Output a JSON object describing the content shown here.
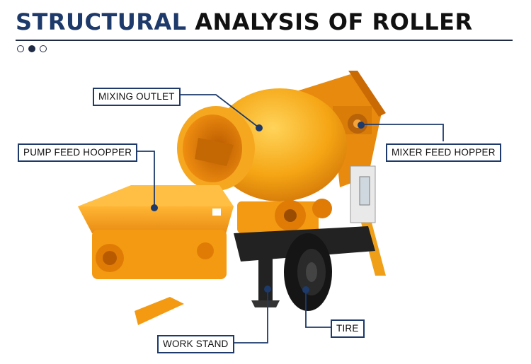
{
  "header": {
    "title_part1": "STRUCTURAL",
    "title_part2": "ANALYSIS OF ROLLER",
    "colors": {
      "accent": "#1d3a6b",
      "dark": "#111111"
    }
  },
  "pager": {
    "count": 3,
    "active_index": 2
  },
  "labels": {
    "mixing_outlet": "MIXING OUTLET",
    "pump_feed_hopper": "PUMP FEED HOOPPER",
    "mixer_feed_hopper": "MIXER FEED HOPPER",
    "work_stand": "WORK STAND",
    "tire": "TIRE"
  },
  "machine_colors": {
    "body": "#f39a12",
    "body_light": "#ffc34a",
    "body_dark": "#c96a05",
    "frame": "#1c1c1c"
  }
}
